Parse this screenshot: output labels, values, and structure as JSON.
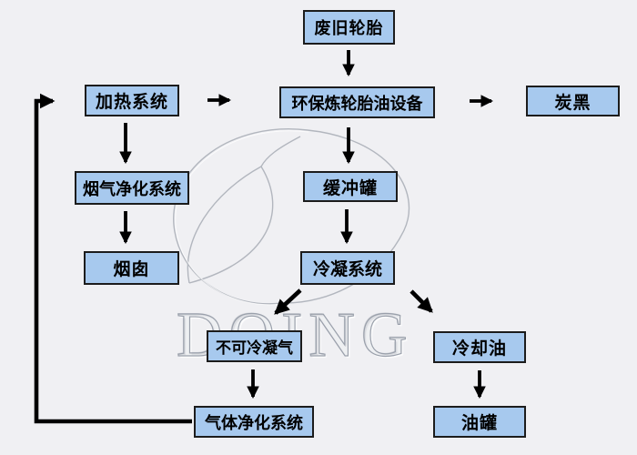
{
  "diagram": {
    "type": "flowchart",
    "watermark_text": "DOING",
    "nodes": {
      "waste_tires": {
        "label": "废旧轮胎"
      },
      "heating_system": {
        "label": "加热系统"
      },
      "pyrolysis_equipment": {
        "label": "环保炼轮胎油设备"
      },
      "carbon_black": {
        "label": "炭黑"
      },
      "flue_gas_purification": {
        "label": "烟气净化系统"
      },
      "buffer_tank": {
        "label": "缓冲罐"
      },
      "chimney": {
        "label": "烟囱"
      },
      "condensing_system": {
        "label": "冷凝系统"
      },
      "non_condensable_gas": {
        "label": "不可冷凝气"
      },
      "cooling_oil": {
        "label": "冷却油"
      },
      "gas_purification_system": {
        "label": "气体净化系统"
      },
      "oil_tank": {
        "label": "油罐"
      }
    },
    "edges": [
      {
        "from": "废旧轮胎",
        "to": "环保炼轮胎油设备"
      },
      {
        "from": "加热系统",
        "to": "环保炼轮胎油设备"
      },
      {
        "from": "环保炼轮胎油设备",
        "to": "炭黑"
      },
      {
        "from": "环保炼轮胎油设备",
        "to": "缓冲罐"
      },
      {
        "from": "加热系统",
        "to": "烟气净化系统"
      },
      {
        "from": "烟气净化系统",
        "to": "烟囱"
      },
      {
        "from": "缓冲罐",
        "to": "冷凝系统"
      },
      {
        "from": "冷凝系统",
        "to": "不可冷凝气"
      },
      {
        "from": "冷凝系统",
        "to": "冷却油"
      },
      {
        "from": "不可冷凝气",
        "to": "气体净化系统"
      },
      {
        "from": "冷却油",
        "to": "油罐"
      },
      {
        "from": "气体净化系统",
        "to": "加热系统"
      }
    ],
    "colors": {
      "background": "#f0f0f3",
      "node_fill": "#a7c9ee",
      "node_border": "#1c1c1c",
      "arrow": "#000000",
      "watermark": "#9aa0ab"
    }
  }
}
